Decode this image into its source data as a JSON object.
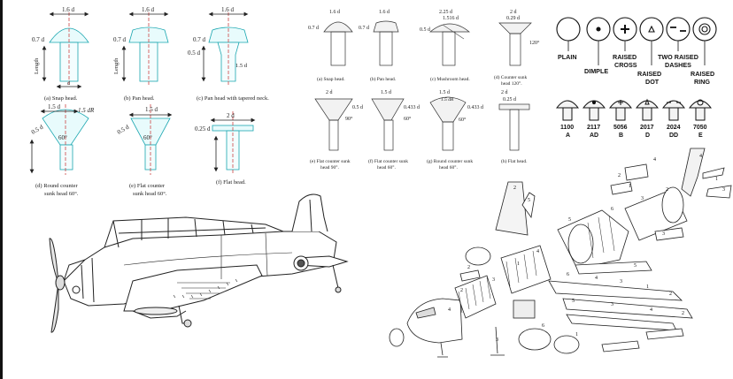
{
  "panels": {
    "rivets_a": {
      "heads": [
        {
          "caption": "(a) Snap head.",
          "dim_top": "1.6 d",
          "dim_side": "0.7 d"
        },
        {
          "caption": "(b) Pan head.",
          "dim_top": "1.6 d",
          "dim_side": "0.7 d"
        },
        {
          "caption": "(c) Pan head with tapered neck.",
          "dim_top": "1.6 d",
          "dim_side": "0.7 d",
          "dim_side2": "0.5 d",
          "dim_neck": "1.5 d"
        },
        {
          "caption_line1": "(d) Round counter",
          "caption_line2": "sunk head 60°.",
          "dim_top": "1.5 d",
          "dim_r": "1.5 dR",
          "dim_side": "0.5 d",
          "angle": "60°"
        },
        {
          "caption_line1": "(e) Flat counter",
          "caption_line2": "sunk head 60°.",
          "dim_top": "1.5 d",
          "dim_side": "0.5 d",
          "angle": "60°"
        },
        {
          "caption": "(f) Flat head.",
          "dim_top": "2 d",
          "dim_side": "0.25 d"
        }
      ],
      "length_label": "Length",
      "d_label": "d"
    },
    "rivets_b": {
      "heads": [
        {
          "caption": "(a) Snap head.",
          "dim_top": "1.6 d",
          "dim_side": "0.7 d"
        },
        {
          "caption": "(b) Pan head.",
          "dim_top": "1.6 d",
          "dim_side": "0.7 d"
        },
        {
          "caption": "(c) Mushroom head.",
          "dim_top": "2.25 d",
          "dim_top2": "1.516 d",
          "dim_side": "0.5 d"
        },
        {
          "caption_line1": "(d) Counter sunk",
          "caption_line2": "head 120°.",
          "dim_top": "2 d",
          "dim_side": "0.29 d",
          "angle": "120°"
        },
        {
          "caption_line1": "(e) Flat counter sunk",
          "caption_line2": "head 90°.",
          "dim_top": "2 d",
          "dim_side": "0.5 d",
          "angle": "90°"
        },
        {
          "caption_line1": "(f) Flat counter sunk",
          "caption_line2": "head 60°.",
          "dim_top": "1.5 d",
          "dim_side": "0.433 d",
          "angle": "60°"
        },
        {
          "caption_line1": "(g) Round counter sunk",
          "caption_line2": "head 60°.",
          "dim_top": "1.5 d",
          "dim_r": "1.5 dR",
          "dim_side": "0.433 d",
          "angle": "60°"
        },
        {
          "caption": "(h) Flat head.",
          "dim_top": "2 d",
          "dim_side": "0.25 d"
        }
      ]
    },
    "head_markings": {
      "markings": [
        {
          "label": "PLAIN"
        },
        {
          "label": "DIMPLE"
        },
        {
          "label_line1": "RAISED",
          "label_line2": "CROSS"
        },
        {
          "label_line1": "RAISED",
          "label_line2": "DOT"
        },
        {
          "label_line1": "TWO RAISED",
          "label_line2": "DASHES"
        },
        {
          "label_line1": "RAISED",
          "label_line2": "RING"
        }
      ],
      "alloys": [
        {
          "code": "1100",
          "letter": "A"
        },
        {
          "code": "2117",
          "letter": "AD"
        },
        {
          "code": "5056",
          "letter": "B"
        },
        {
          "code": "2017",
          "letter": "D"
        },
        {
          "code": "2024",
          "letter": "DD"
        },
        {
          "code": "7050",
          "letter": "E"
        }
      ]
    },
    "exploded_airliner": {
      "part_numbers": [
        "2",
        "3",
        "1",
        "4",
        "5",
        "6",
        "3",
        "2",
        "4",
        "1",
        "3",
        "5",
        "2",
        "6",
        "4",
        "3",
        "1",
        "2",
        "5",
        "3",
        "4",
        "2",
        "6",
        "1",
        "3",
        "2",
        "4",
        "5",
        "3",
        "1",
        "2",
        "4"
      ]
    }
  }
}
